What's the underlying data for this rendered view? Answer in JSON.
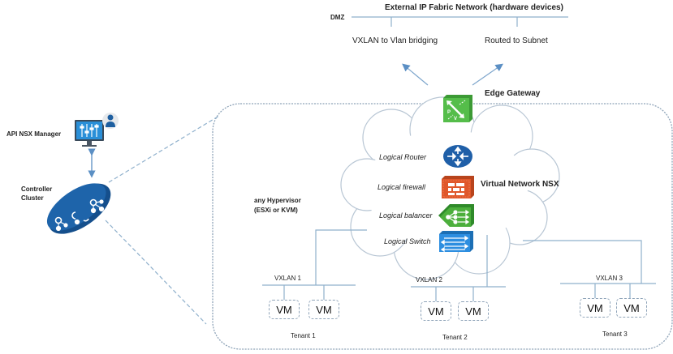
{
  "colors": {
    "line": "#8fb0cc",
    "dashed_border": "#8ea3b8",
    "cloud": "#b8c6d4",
    "router": "#1f5fa8",
    "firewall": "#e0572a",
    "balancer": "#4caf3c",
    "switch": "#2d8ee0",
    "edge": "#4cba44",
    "controller": "#1e64aa"
  },
  "top": {
    "network_title": "External IP Fabric Network (hardware devices)",
    "dmz_label": "DMZ",
    "bridge_label": "VXLAN to Vlan bridging",
    "routed_label": "Routed to Subnet"
  },
  "edge": {
    "label": "Edge Gateway",
    "icon": "edge-gateway-icon"
  },
  "left": {
    "manager_label": "API NSX Manager",
    "manager_icon": "monitor-user-icon",
    "controller_label_1": "Controller",
    "controller_label_2": "Cluster",
    "controller_icon": "controller-cluster-icon"
  },
  "hypervisor": {
    "line1": "any Hypervisor",
    "line2": "(ESXi or KVM)"
  },
  "cloud": {
    "title": "Virtual Network NSX",
    "components": [
      {
        "label": "Logical Router",
        "icon": "router-icon"
      },
      {
        "label": "Logical firewall",
        "icon": "firewall-icon"
      },
      {
        "label": "Logical balancer",
        "icon": "load-balancer-icon"
      },
      {
        "label": "Logical Switch",
        "icon": "switch-icon"
      }
    ]
  },
  "tenants": [
    {
      "vxlan": "VXLAN  1",
      "name": "Tenant 1",
      "vms": [
        "VM",
        "VM"
      ]
    },
    {
      "vxlan": "VXLAN  2",
      "name": "Tenant 2",
      "vms": [
        "VM",
        "VM"
      ]
    },
    {
      "vxlan": "VXLAN  3",
      "name": "Tenant 3",
      "vms": [
        "VM",
        "VM"
      ]
    }
  ]
}
